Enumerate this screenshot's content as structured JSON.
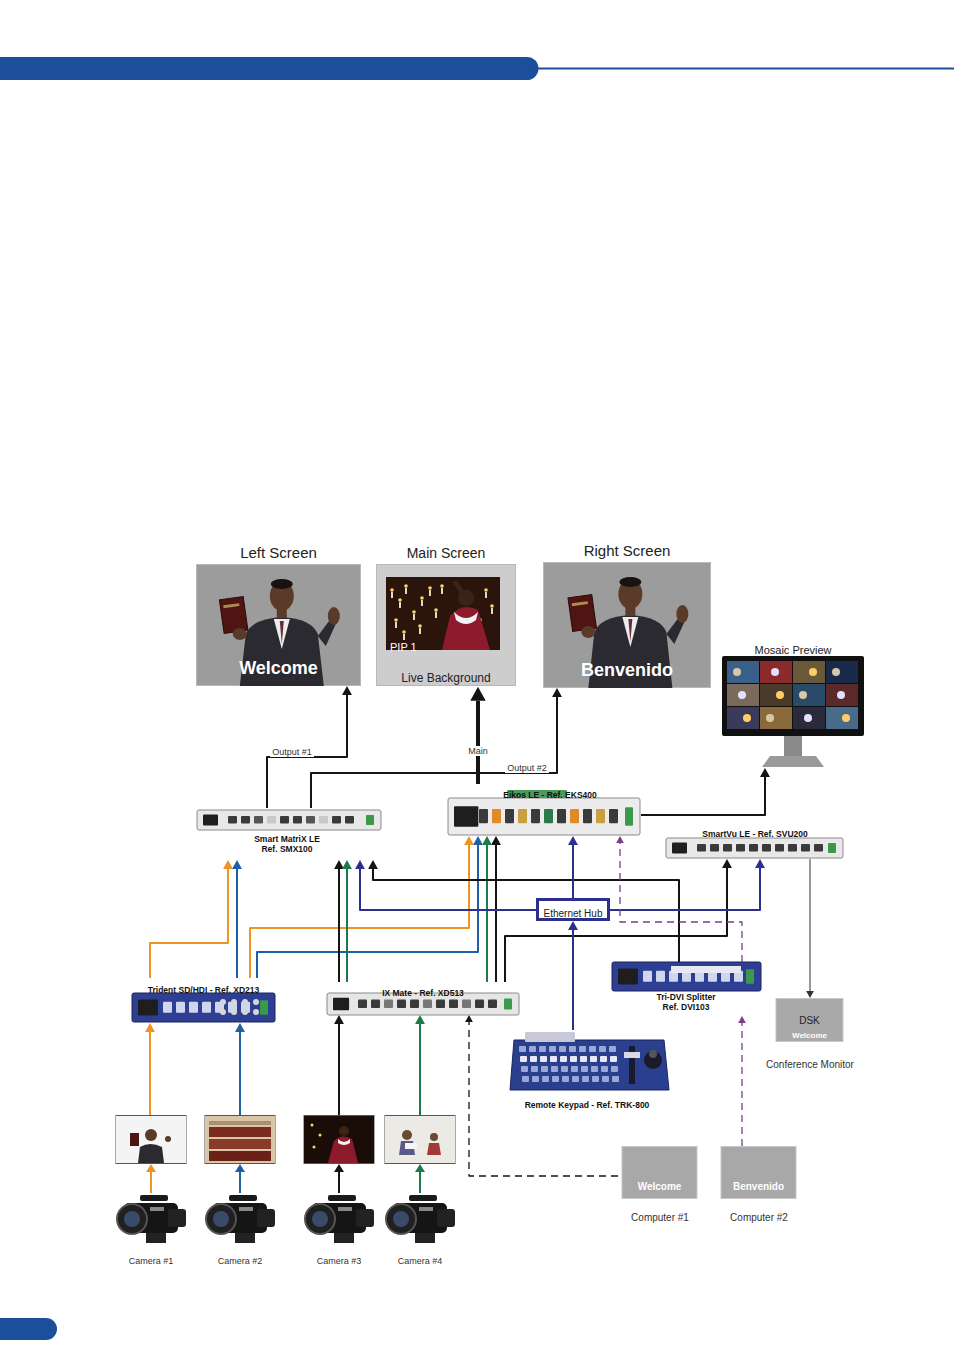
{
  "diagram": {
    "nodes": [
      {
        "text": [
          "Left Screen",
          "Welcome"
        ]
      },
      {
        "text": [
          "Main Screen",
          "PIP 1",
          "Live Background"
        ]
      },
      {
        "text": [
          "Right Screen",
          "Benvenido"
        ]
      },
      {
        "text": [
          "Mosaic Preview"
        ]
      },
      {
        "text": [
          "Smart MatriX LE Ref. SMX100"
        ]
      },
      {
        "text": [
          "Eikos LE - Ref. EKS400"
        ]
      },
      {
        "text": [
          "SmartVu LE - Ref. SVU200"
        ]
      },
      {
        "text": [
          "Ethernet Hub"
        ]
      },
      {
        "text": [
          "Trident SD/HDI - Ref. XD213"
        ]
      },
      {
        "text": [
          "IX Mate - Ref. XD513"
        ]
      },
      {
        "text": [
          "Tri-DVI Splitter Ref. DVI103"
        ]
      },
      {
        "text": [
          "DSK",
          "Welcome",
          "Conference Monitor"
        ]
      },
      {
        "text": [
          "Remote Keypad - Ref. TRK-800"
        ]
      },
      {
        "text": [
          "Camera #1"
        ]
      },
      {
        "text": [
          "Camera #2"
        ]
      },
      {
        "text": [
          "Camera #3"
        ]
      },
      {
        "text": [
          "Camera #4"
        ]
      },
      {
        "text": [
          "Welcome",
          "Computer #1"
        ]
      },
      {
        "text": [
          "Benvenido",
          "Computer #2"
        ]
      }
    ],
    "edges": [
      {
        "from": 13,
        "to": 8,
        "arrow": "to"
      },
      {
        "from": 14,
        "to": 8,
        "arrow": "to"
      },
      {
        "from": 15,
        "to": 9,
        "arrow": "to"
      },
      {
        "from": 16,
        "to": 9,
        "arrow": "to"
      },
      {
        "from": 8,
        "to": 4,
        "arrow": "to"
      },
      {
        "from": 8,
        "to": 4,
        "arrow": "to"
      },
      {
        "from": 8,
        "to": 5,
        "arrow": "to"
      },
      {
        "from": 8,
        "to": 5,
        "arrow": "to"
      },
      {
        "from": 9,
        "to": 4,
        "arrow": "to"
      },
      {
        "from": 9,
        "to": 4,
        "arrow": "to"
      },
      {
        "from": 9,
        "to": 5,
        "arrow": "to"
      },
      {
        "from": 9,
        "to": 5,
        "arrow": "to"
      },
      {
        "from": 9,
        "to": 6,
        "arrow": "to"
      },
      {
        "from": 10,
        "to": 4,
        "arrow": "to"
      },
      {
        "from": 12,
        "to": 7,
        "arrow": "to"
      },
      {
        "from": 7,
        "to": 5,
        "arrow": "to"
      },
      {
        "from": 7,
        "to": 4,
        "arrow": "to"
      },
      {
        "from": 7,
        "to": 6,
        "arrow": "to"
      },
      {
        "from": 17,
        "to": 9,
        "arrow": "to"
      },
      {
        "from": 18,
        "to": 10,
        "arrow": "to"
      },
      {
        "from": 10,
        "to": 5,
        "arrow": "to"
      },
      {
        "from": 4,
        "to": 0,
        "label": "Output #1",
        "arrow": "to"
      },
      {
        "from": 4,
        "to": 2,
        "label": "Output #2",
        "arrow": "to"
      },
      {
        "from": 5,
        "to": 1,
        "label": "Main",
        "arrow": "to"
      },
      {
        "from": 5,
        "to": 3,
        "arrow": "to"
      },
      {
        "from": 6,
        "to": 11,
        "arrow": "to"
      }
    ]
  }
}
